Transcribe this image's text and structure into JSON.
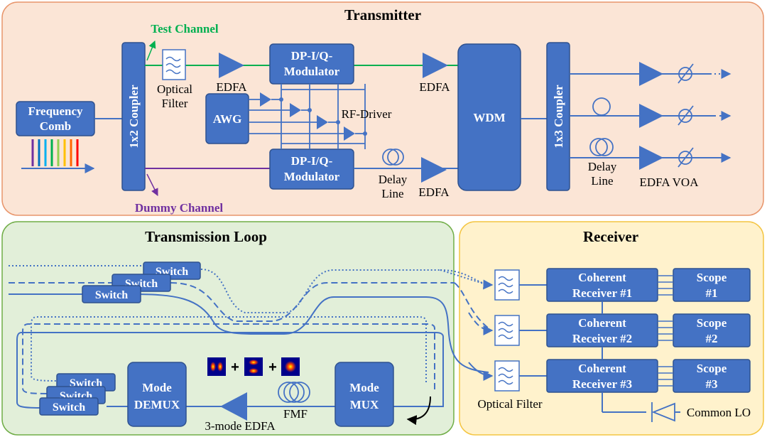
{
  "sections": {
    "transmitter": "Transmitter",
    "transmission_loop": "Transmission Loop",
    "receiver": "Receiver"
  },
  "channels": {
    "test": "Test Channel",
    "dummy": "Dummy Channel"
  },
  "blocks": {
    "frequency_comb": [
      "Frequency",
      "Comb"
    ],
    "coupler_1x2": "1x2 Coupler",
    "coupler_1x3": "1x3 Coupler",
    "awg": "AWG",
    "modulator": [
      "DP-I/Q-",
      "Modulator"
    ],
    "wdm": "WDM",
    "switch": "Switch",
    "mode_demux": [
      "Mode",
      "DEMUX"
    ],
    "mode_mux": [
      "Mode",
      "MUX"
    ],
    "coherent_receivers": [
      [
        "Coherent",
        "Receiver #1"
      ],
      [
        "Coherent",
        "Receiver #2"
      ],
      [
        "Coherent",
        "Receiver #3"
      ]
    ],
    "scopes": [
      [
        "Scope",
        "#1"
      ],
      [
        "Scope",
        "#2"
      ],
      [
        "Scope",
        "#3"
      ]
    ]
  },
  "labels": {
    "optical_filter_tx": [
      "Optical",
      "Filter"
    ],
    "edfa": "EDFA",
    "rf_driver": "RF-Driver",
    "delay_line": [
      "Delay",
      "Line"
    ],
    "edfa_voa": "EDFA VOA",
    "three_mode_edfa": "3-mode EDFA",
    "fmf": "FMF",
    "optical_filter_rx": "Optical Filter",
    "common_lo": "Common LO"
  },
  "colors": {
    "transmitter_bg": "#fbe5d6",
    "transmitter_border": "#e8956b",
    "loop_bg": "#e2efd9",
    "loop_border": "#70ad47",
    "receiver_bg": "#fff2cc",
    "receiver_border": "#f4c542",
    "block": "#4472c4",
    "test_channel": "#00b050",
    "dummy_channel": "#7030a0",
    "comb_lines": [
      "#7030a0",
      "#0070c0",
      "#00b0f0",
      "#00b050",
      "#92d050",
      "#ffc000",
      "#ff6600",
      "#ff0000"
    ]
  }
}
